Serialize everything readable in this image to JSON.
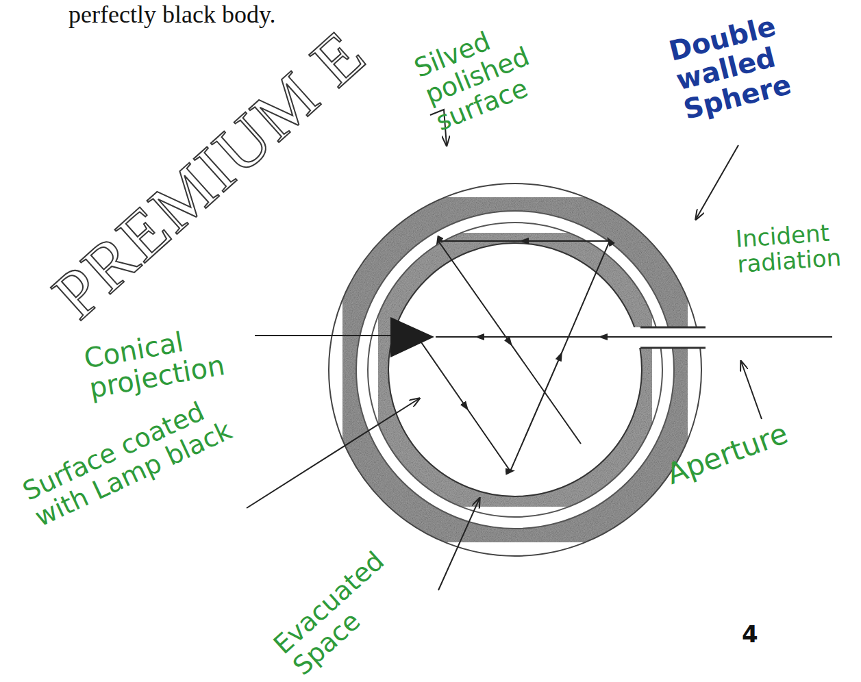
{
  "diagram": {
    "labels": [
      "perfectly black body.",
      "PREMIUM E",
      "Silved polished surface",
      "Double walled Sphere",
      "Incident radiation",
      "Conical projection",
      "Surface coated with Lamp black",
      "Evacuated Space",
      "Aperture",
      "4"
    ]
  }
}
